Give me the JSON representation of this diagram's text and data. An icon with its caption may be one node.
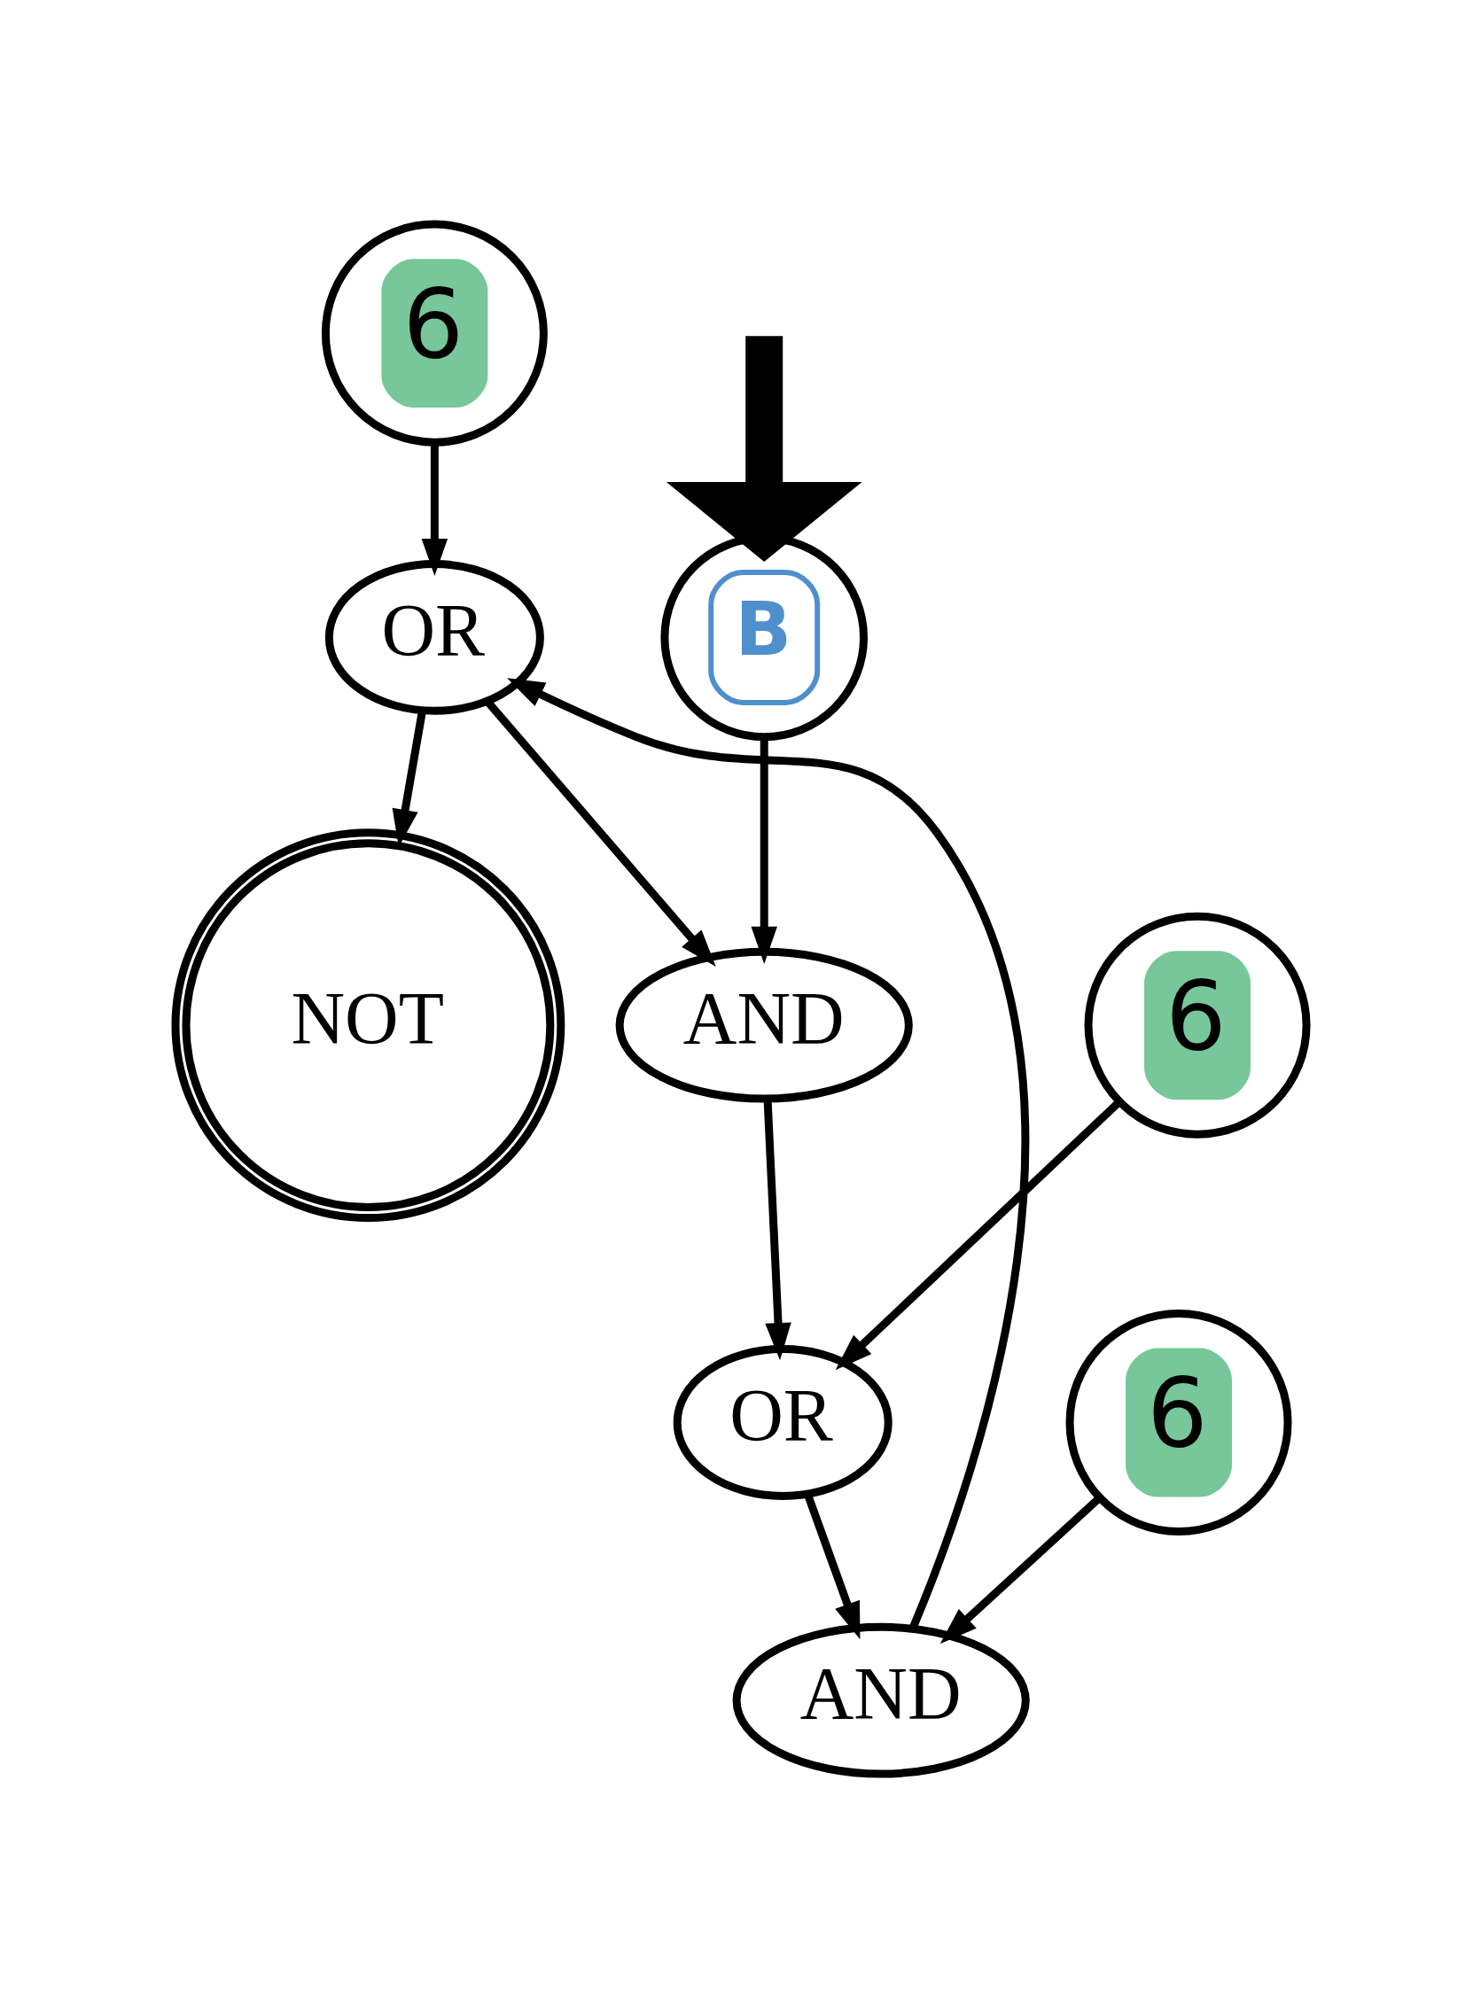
{
  "diagram": {
    "nodes": [
      {
        "text": [
          "6"
        ]
      },
      {
        "text": [
          "B"
        ]
      },
      {
        "text": [
          "OR"
        ]
      },
      {
        "text": [
          "6"
        ]
      },
      {
        "text": [
          "AND"
        ]
      },
      {
        "text": [
          "NOT"
        ]
      },
      {
        "text": [
          "6"
        ]
      },
      {
        "text": [
          "OR"
        ]
      },
      {
        "text": [
          "AND"
        ]
      }
    ],
    "edges": [
      {
        "from": null,
        "to": 1,
        "arrow": "to",
        "style": "thick"
      },
      {
        "from": 0,
        "to": 2,
        "arrow": "to"
      },
      {
        "from": 1,
        "to": 4,
        "arrow": "to"
      },
      {
        "from": 2,
        "to": 4,
        "arrow": "to"
      },
      {
        "from": 2,
        "to": 5,
        "arrow": "to"
      },
      {
        "from": 8,
        "to": 2,
        "arrow": "to"
      },
      {
        "from": 3,
        "to": 7,
        "arrow": "to"
      },
      {
        "from": 4,
        "to": 7,
        "arrow": "to"
      },
      {
        "from": 6,
        "to": 8,
        "arrow": "to"
      },
      {
        "from": 7,
        "to": 8,
        "arrow": "to"
      }
    ]
  }
}
